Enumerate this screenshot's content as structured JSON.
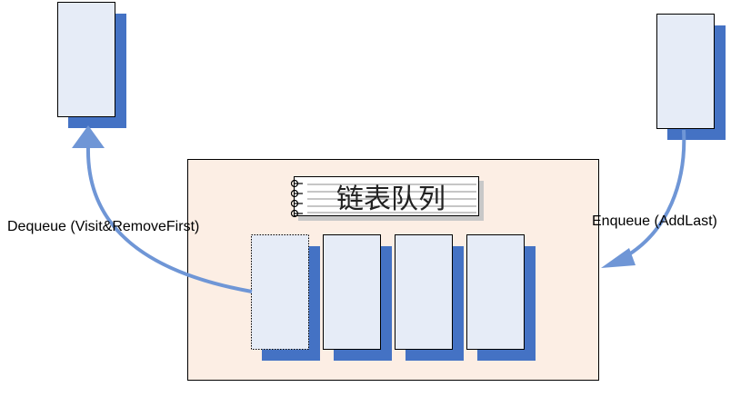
{
  "container": {
    "title": "链表队列"
  },
  "labels": {
    "dequeue": "Dequeue (Visit&RemoveFirst)",
    "enqueue": "Enqueue (AddLast)"
  },
  "colors": {
    "container_fill": "#FCEEE4",
    "node_fill": "#E6ECF7",
    "node_shadow": "#4472C4",
    "arrow": "#6F96D6"
  },
  "icons": [
    "notebook-spiral-icon"
  ]
}
